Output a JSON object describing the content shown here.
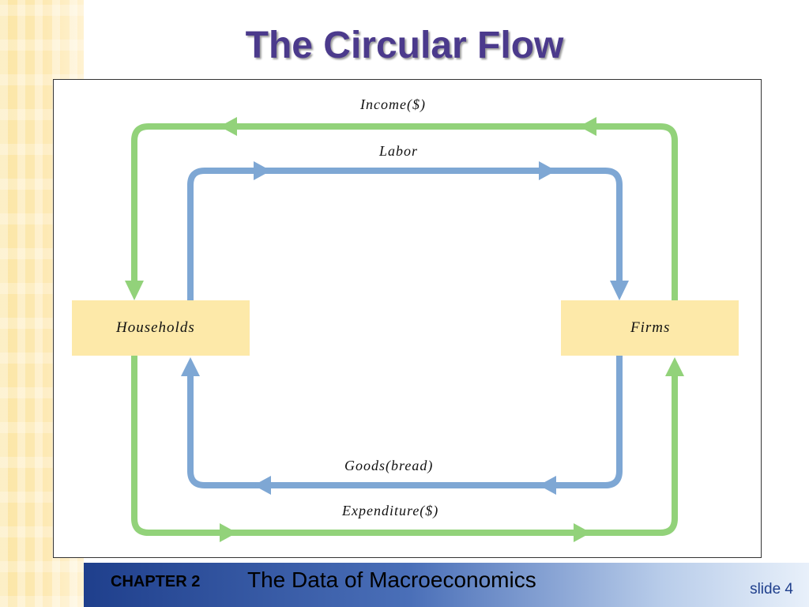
{
  "slide": {
    "title": "The Circular Flow",
    "footer_chapter": "CHAPTER 2",
    "footer_title": "The Data of Macroeconomics",
    "slide_number": "slide 4"
  },
  "diagram": {
    "nodes": {
      "households": "Households",
      "firms": "Firms"
    },
    "flows": {
      "income": "Income($)",
      "labor": "Labor",
      "goods": "Goods(bread)",
      "expenditure": "Expenditure($)"
    },
    "colors": {
      "money_flow": "#92d27a",
      "real_flow": "#7ea7d4",
      "node_fill": "#fde9a9",
      "title": "#4b3a8c"
    }
  }
}
